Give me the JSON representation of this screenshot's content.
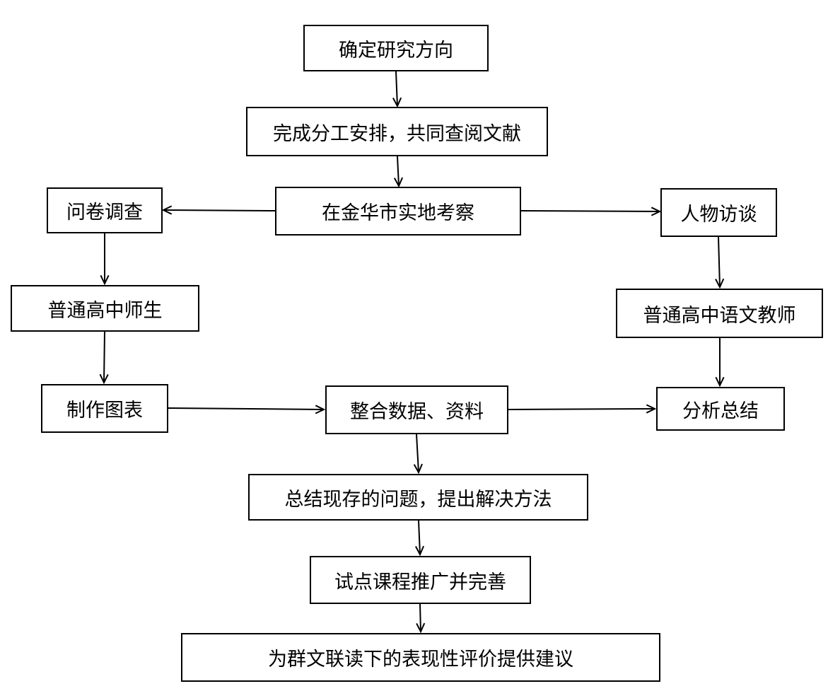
{
  "diagram": {
    "nodes": {
      "n1": "确定研究方向",
      "n2": "完成分工安排，共同查阅文献",
      "n3": "在金华市实地考察",
      "n4": "问卷调查",
      "n5": "人物访谈",
      "n6": "普通高中师生",
      "n7": "普通高中语文教师",
      "n8": "制作图表",
      "n9": "整合数据、资料",
      "n10": "分析总结",
      "n11": "总结现存的问题，提出解决方法",
      "n12": "试点课程推广并完善",
      "n13": "为群文联读下的表现性评价提供建议"
    },
    "edges": [
      {
        "from": "n1",
        "to": "n2"
      },
      {
        "from": "n2",
        "to": "n3"
      },
      {
        "from": "n3",
        "to": "n4"
      },
      {
        "from": "n3",
        "to": "n5"
      },
      {
        "from": "n4",
        "to": "n6"
      },
      {
        "from": "n5",
        "to": "n7"
      },
      {
        "from": "n6",
        "to": "n8"
      },
      {
        "from": "n7",
        "to": "n10"
      },
      {
        "from": "n8",
        "to": "n9"
      },
      {
        "from": "n9",
        "to": "n10"
      },
      {
        "from": "n9",
        "to": "n11"
      },
      {
        "from": "n11",
        "to": "n12"
      },
      {
        "from": "n12",
        "to": "n13"
      }
    ]
  }
}
